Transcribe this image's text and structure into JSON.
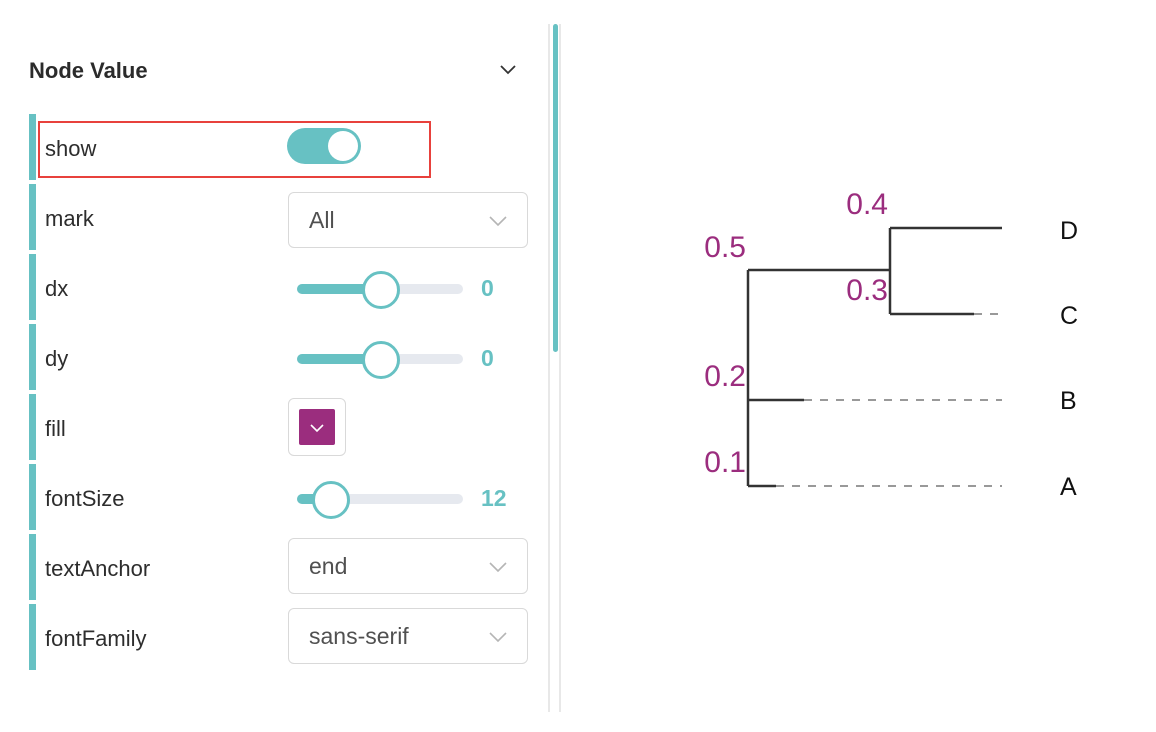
{
  "panel": {
    "title": "Node Value",
    "collapse_icon": "chevron-down-icon"
  },
  "rows": {
    "show": {
      "label": "show",
      "enabled": true
    },
    "mark": {
      "label": "mark",
      "value": "All"
    },
    "dx": {
      "label": "dx",
      "value": "0",
      "fraction": 0.5
    },
    "dy": {
      "label": "dy",
      "value": "0",
      "fraction": 0.5
    },
    "fill": {
      "label": "fill",
      "color": "#9b2d7e"
    },
    "fontSize": {
      "label": "fontSize",
      "value": "12",
      "fraction": 0.2
    },
    "textAnchor": {
      "label": "textAnchor",
      "value": "end"
    },
    "fontFamily": {
      "label": "fontFamily",
      "value": "sans-serif"
    }
  },
  "tree": {
    "leaves": [
      "D",
      "C",
      "B",
      "A"
    ],
    "node_values": [
      "0.4",
      "0.5",
      "0.3",
      "0.2",
      "0.1"
    ],
    "value_color": "#9b2d7e",
    "line_color": "#333333",
    "dash_color": "#999999"
  },
  "colors": {
    "accent": "#67c1c3",
    "highlight": "#e8413c"
  }
}
